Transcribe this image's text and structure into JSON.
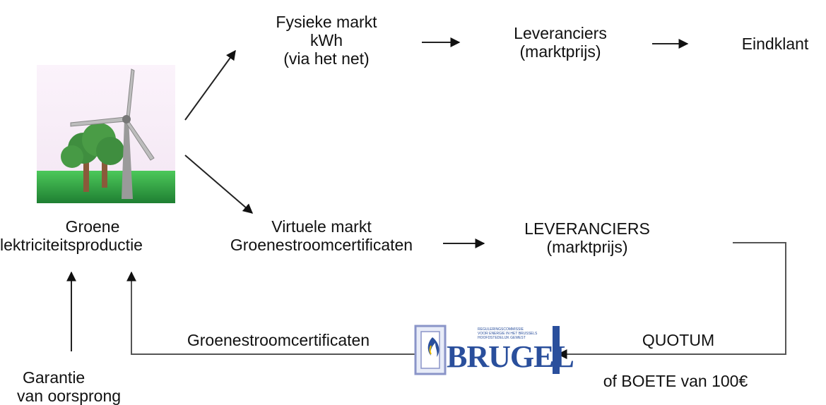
{
  "colors": {
    "text": "#111111",
    "arrow": "#111111",
    "feedback_line": "#555555",
    "logo_blue": "#2a4f9c",
    "logo_frame": "#8a94c8",
    "ground_green": "#38b24a",
    "tree_green": "#3f8e3f",
    "illustration_bg": "#f6ecf6"
  },
  "icons": {
    "production": "wind-turbine-icon",
    "logo": "brugel-logo-icon"
  },
  "nodes": {
    "production": {
      "line1": "Groene",
      "line2": "lektriciteitsproductie"
    },
    "physical_market": {
      "line1": "Fysieke markt",
      "line2": "kWh",
      "line3": "(via het net)"
    },
    "suppliers_physical": {
      "line1": "Leveranciers",
      "line2": "(marktprijs)"
    },
    "end_customer": {
      "label": "Eindklant"
    },
    "virtual_market": {
      "line1": "Virtuele markt",
      "line2": "Groenestroomcertificaten"
    },
    "suppliers_virtual": {
      "line1": "LEVERANCIERS",
      "line2": "(marktprijs)"
    },
    "guarantee": {
      "line1": "Garantie",
      "line2": "van oorsprong"
    }
  },
  "edges": {
    "certificates_return": "Groenestroomcertificaten",
    "quota": "QUOTUM",
    "fine": "of BOETE van 100€"
  },
  "logo": {
    "brand": "BRUGEL",
    "tagline": [
      "REGULERINGSCOMMISSIE",
      "VOOR ENERGIE IN HET BRUSSELS",
      "HOOFDSTEDELIJK GEWEST"
    ]
  }
}
